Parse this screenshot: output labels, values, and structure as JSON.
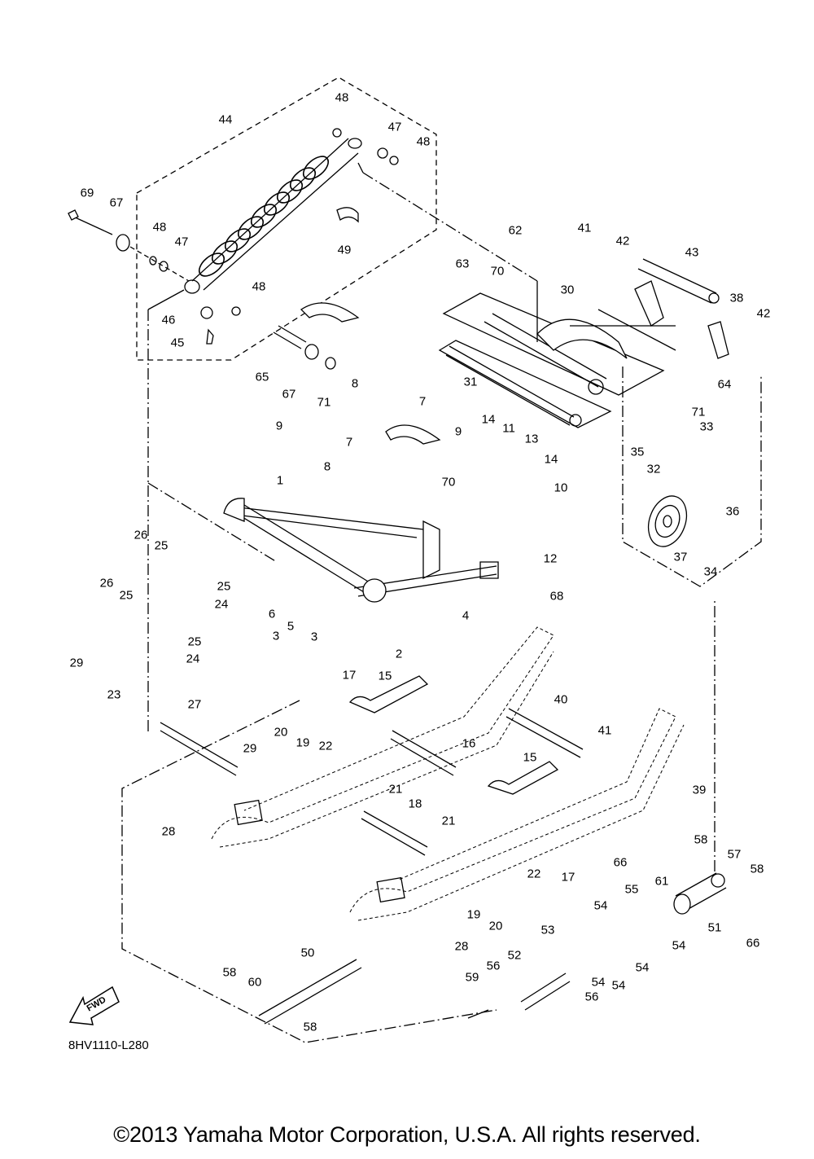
{
  "diagram": {
    "title": "Yamaha snowmobile rear suspension exploded parts diagram",
    "part_labels": [
      "1",
      "2",
      "3",
      "3",
      "4",
      "5",
      "6",
      "7",
      "7",
      "8",
      "8",
      "9",
      "9",
      "10",
      "11",
      "12",
      "13",
      "14",
      "14",
      "15",
      "15",
      "16",
      "17",
      "17",
      "18",
      "19",
      "19",
      "20",
      "20",
      "21",
      "21",
      "22",
      "22",
      "23",
      "24",
      "24",
      "25",
      "25",
      "25",
      "25",
      "26",
      "26",
      "27",
      "28",
      "28",
      "29",
      "29",
      "30",
      "31",
      "32",
      "33",
      "34",
      "35",
      "36",
      "37",
      "38",
      "39",
      "40",
      "41",
      "41",
      "42",
      "42",
      "43",
      "44",
      "45",
      "46",
      "47",
      "47",
      "48",
      "48",
      "48",
      "48",
      "49",
      "50",
      "51",
      "52",
      "53",
      "54",
      "54",
      "54",
      "54",
      "54",
      "55",
      "56",
      "56",
      "57",
      "58",
      "58",
      "58",
      "58",
      "59",
      "60",
      "61",
      "62",
      "63",
      "64",
      "65",
      "66",
      "66",
      "67",
      "67",
      "68",
      "69",
      "70",
      "70",
      "71",
      "71"
    ],
    "direction_badge": "FWD",
    "drawing_code": "8HV1110-L280"
  },
  "footer": {
    "copyright": "©2013 Yamaha Motor Corporation, U.S.A. All rights reserved."
  }
}
